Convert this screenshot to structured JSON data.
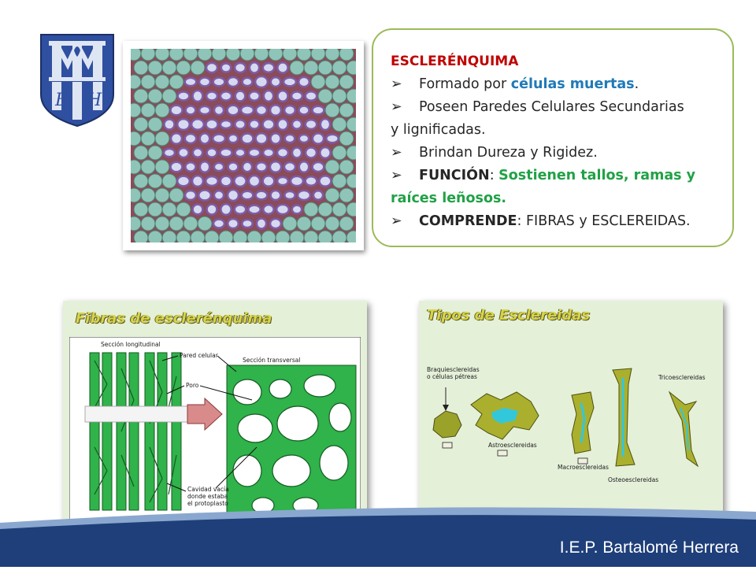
{
  "colors": {
    "title_red": "#c00000",
    "accent_blue": "#1f7ab8",
    "accent_green": "#21a146",
    "box_border": "#9bbb59",
    "footer_blue": "#1f3f7a"
  },
  "logo": {
    "icon": "school-crest-icon"
  },
  "text_box": {
    "title": "ESCLERÉNQUIMA",
    "bullet_icon": "arrowhead-bullet-icon",
    "b1_text": "Formado por ",
    "b1_highlight": "células muertas",
    "b1_end": ".",
    "b2_line1": "Poseen Paredes Celulares Secundarias",
    "b2_line2": "y lignificadas.",
    "b3_text": "Brindan Dureza y Rigidez.",
    "b4_label": "FUNCIÓN",
    "b4_sep": ": ",
    "b4_line1": "Sostienen tallos, ramas y",
    "b4_line2": "raíces leñosos.",
    "b5_label": "COMPRENDE",
    "b5_text": ": FIBRAS  y ESCLEREIDAS."
  },
  "fibras": {
    "title": "Fibras de esclerénquima",
    "lbl_longitudinal": "Sección longitudinal",
    "lbl_pared": "Pared celular",
    "lbl_transversal": "Sección transversal",
    "lbl_poro": "Poro",
    "lbl_cavidad1": "Cavidad vacía",
    "lbl_cavidad2": "donde estaba",
    "lbl_cavidad3": "el protoplasto"
  },
  "tipos": {
    "title": "Tipos de Esclereidas",
    "lbl_braqui1": "Braquiesclereidas",
    "lbl_braqui2": "o células pétreas",
    "lbl_trico": "Tricoesclereidas",
    "lbl_astro": "Astroesclereidas",
    "lbl_macro": "Macroesclereidas",
    "lbl_osteo": "Osteoesclereidas"
  },
  "footer": {
    "institution": "I.E.P. Bartalomé Herrera"
  }
}
